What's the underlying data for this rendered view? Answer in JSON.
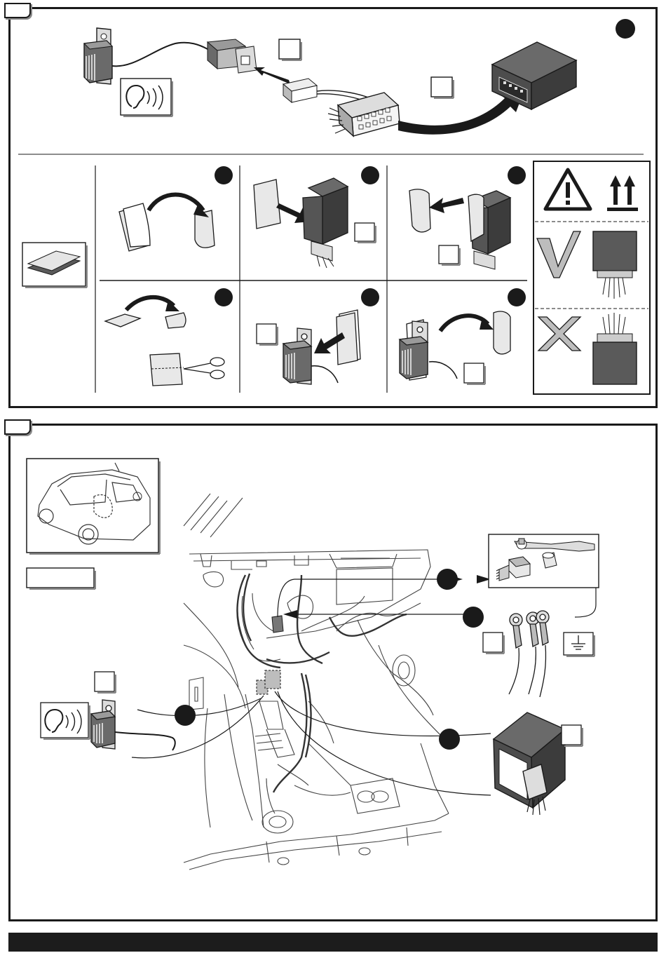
{
  "steps": [
    {
      "id": "step-a",
      "badges": 1
    },
    {
      "id": "step-b",
      "badges": 6
    },
    {
      "id": "step-c",
      "badges": 4
    }
  ],
  "icons": {
    "warning": "warning-triangle-icon",
    "this_side_up": "this-way-up-arrows-icon",
    "correct": "check-mark-icon",
    "incorrect": "cross-mark-icon",
    "sound": "ear-sound-icon",
    "ground": "ground-symbol-icon"
  },
  "colors": {
    "line": "#1a1a1a",
    "module_dark": "#3c3c3c",
    "module_face": "#5a5a5a",
    "module_grey": "#4d4d4d",
    "bar": "#1c1c1c",
    "drawing": "#555555"
  }
}
